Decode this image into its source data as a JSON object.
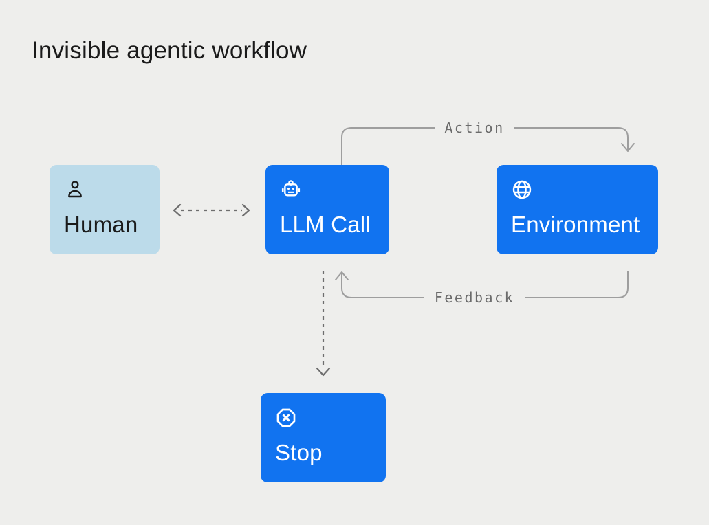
{
  "title": "Invisible agentic workflow",
  "colors": {
    "background": "#eeeeec",
    "node_blue": "#1173f0",
    "node_light_blue": "#bcdbea",
    "text_dark": "#1a1a1a",
    "text_light": "#ffffff",
    "line_gray": "#9e9e9e",
    "dash_gray": "#6e6e6e",
    "label_gray": "#6b6b6b"
  },
  "nodes": {
    "human": {
      "label": "Human",
      "icon": "person-icon"
    },
    "llm": {
      "label": "LLM Call",
      "icon": "robot-icon"
    },
    "environment": {
      "label": "Environment",
      "icon": "globe-icon"
    },
    "stop": {
      "label": "Stop",
      "icon": "stop-icon"
    }
  },
  "edges": {
    "human_llm": {
      "label": "",
      "type": "dashed-bidirectional",
      "from": "Human",
      "to": "LLM Call"
    },
    "llm_environment": {
      "label": "Action",
      "type": "solid-arrow",
      "from": "LLM Call",
      "to": "Environment"
    },
    "environment_llm": {
      "label": "Feedback",
      "type": "solid-arrow",
      "from": "Environment",
      "to": "LLM Call"
    },
    "llm_stop": {
      "label": "",
      "type": "dashed-arrow",
      "from": "LLM Call",
      "to": "Stop"
    }
  }
}
